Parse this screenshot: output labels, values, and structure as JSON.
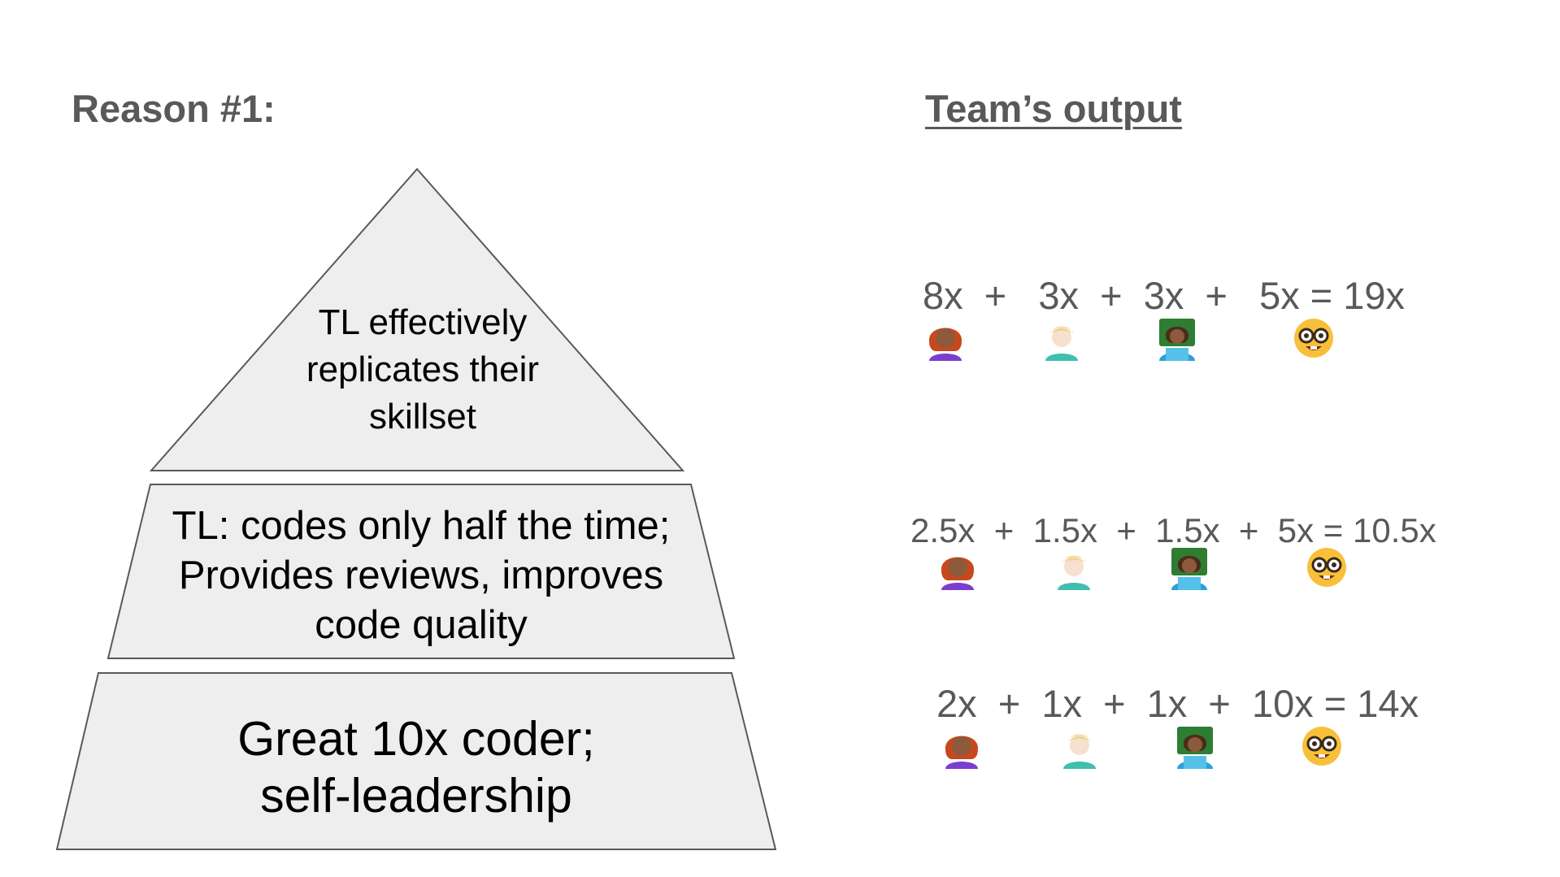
{
  "slide": {
    "title": "Reason #1:",
    "output_title": "Team’s output"
  },
  "pyramid": {
    "top": {
      "lines": [
        "TL effectively",
        "replicates their",
        "skillset"
      ]
    },
    "middle": {
      "lines": [
        "TL: codes only half the time;",
        "Provides reviews, improves",
        "code quality"
      ]
    },
    "bottom": {
      "lines": [
        "Great 10x coder;",
        "self-leadership"
      ]
    }
  },
  "team_output": {
    "row1": {
      "equation": "8x  +   3x  +  3x  +   5x = 19x",
      "people": [
        "woman-red-hair-icon",
        "man-blond-icon",
        "woman-technologist-icon",
        "nerd-face-icon"
      ]
    },
    "row2": {
      "equation": "2.5x  +  1.5x  +  1.5x  +  5x = 10.5x",
      "people": [
        "woman-red-hair-icon",
        "man-blond-icon",
        "woman-technologist-icon",
        "nerd-face-icon"
      ]
    },
    "row3": {
      "equation": "2x  +  1x  +  1x  +  10x = 14x",
      "people": [
        "woman-red-hair-icon",
        "man-blond-icon",
        "woman-technologist-icon",
        "nerd-face-icon"
      ]
    }
  },
  "colors": {
    "pyramid_fill": "#eeeeee",
    "pyramid_stroke": "#595959",
    "heading_text": "#595959"
  }
}
